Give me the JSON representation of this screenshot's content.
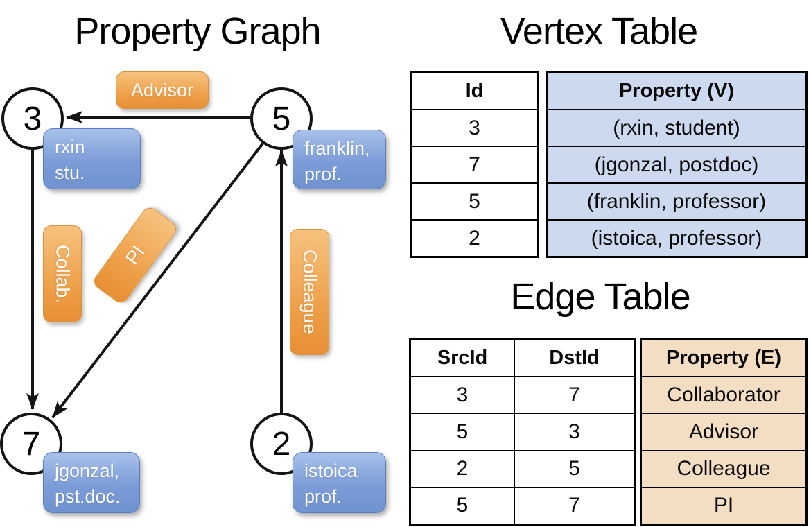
{
  "panel_graph": {
    "title": "Property Graph",
    "nodes": [
      {
        "id": "3",
        "line1": "rxin",
        "line2": "stu."
      },
      {
        "id": "5",
        "line1": "franklin,",
        "line2": "prof."
      },
      {
        "id": "7",
        "line1": "jgonzal,",
        "line2": "pst.doc."
      },
      {
        "id": "2",
        "line1": "istoica",
        "line2": "prof."
      }
    ],
    "edge_labels": {
      "advisor": "Advisor",
      "collab": "Collab.",
      "pi": "PI",
      "colleague": "Colleague"
    }
  },
  "vertex_table": {
    "title": "Vertex Table",
    "id_header": "Id",
    "property_header": "Property (V)",
    "rows": [
      {
        "id": "3",
        "property": "(rxin, student)"
      },
      {
        "id": "7",
        "property": "(jgonzal, postdoc)"
      },
      {
        "id": "5",
        "property": "(franklin, professor)"
      },
      {
        "id": "2",
        "property": "(istoica, professor)"
      }
    ]
  },
  "edge_table": {
    "title": "Edge Table",
    "src_header": "SrcId",
    "dst_header": "DstId",
    "property_header": "Property (E)",
    "rows": [
      {
        "src": "3",
        "dst": "7",
        "property": "Collaborator"
      },
      {
        "src": "5",
        "dst": "3",
        "property": "Advisor"
      },
      {
        "src": "2",
        "dst": "5",
        "property": "Colleague"
      },
      {
        "src": "5",
        "dst": "7",
        "property": "PI"
      }
    ]
  },
  "colors": {
    "edge_label_orange": "#ee9f48",
    "vertex_box_blue": "#7b9cd8",
    "vertex_table_fill": "#cdd9ee",
    "edge_table_fill": "#f3ddc3",
    "line_black": "#141414"
  }
}
